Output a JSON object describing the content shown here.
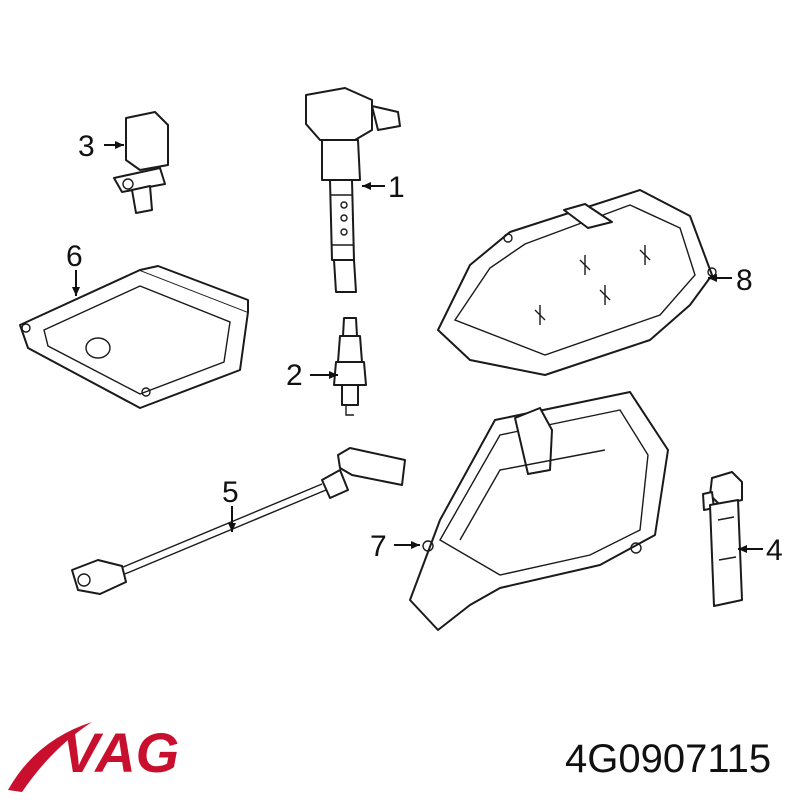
{
  "callouts": [
    "1",
    "2",
    "3",
    "4",
    "5",
    "6",
    "7",
    "8"
  ],
  "brand": {
    "logo_text": "VAG",
    "color": "#c8102e"
  },
  "part_number": "4G0907115"
}
